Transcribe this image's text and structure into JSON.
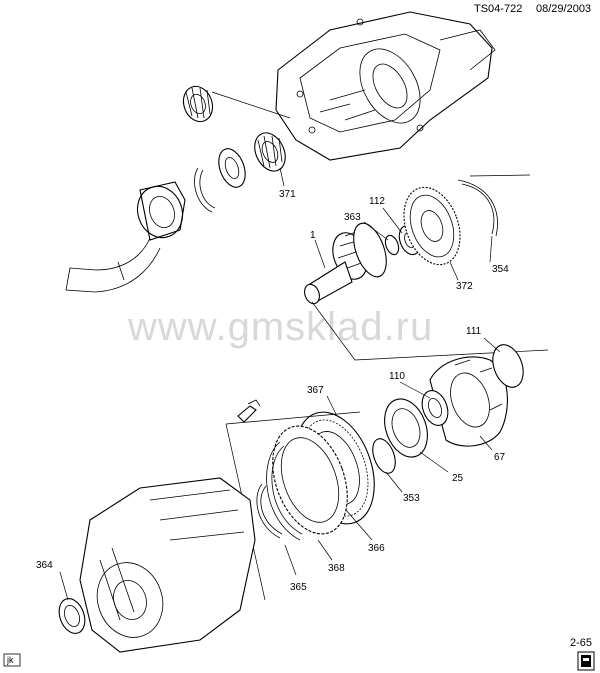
{
  "header": {
    "code": "TS04-722",
    "date": "08/29/2003"
  },
  "watermark": "www.gmsklad.ru",
  "footer": {
    "page": "2-65",
    "initials": "jk"
  },
  "callouts": [
    {
      "id": "371",
      "text": "371"
    },
    {
      "id": "112",
      "text": "112"
    },
    {
      "id": "363",
      "text": "363"
    },
    {
      "id": "1",
      "text": "1"
    },
    {
      "id": "354",
      "text": "354"
    },
    {
      "id": "372",
      "text": "372"
    },
    {
      "id": "111",
      "text": "111"
    },
    {
      "id": "110",
      "text": "110"
    },
    {
      "id": "367",
      "text": "367"
    },
    {
      "id": "67",
      "text": "67"
    },
    {
      "id": "25",
      "text": "25"
    },
    {
      "id": "353",
      "text": "353"
    },
    {
      "id": "366",
      "text": "366"
    },
    {
      "id": "364",
      "text": "364"
    },
    {
      "id": "368",
      "text": "368"
    },
    {
      "id": "365",
      "text": "365"
    }
  ]
}
